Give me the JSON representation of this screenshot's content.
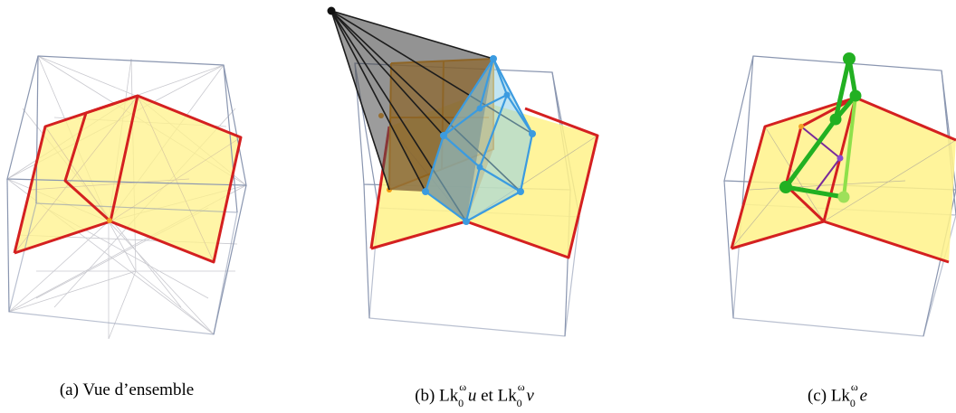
{
  "captions": {
    "a": "(a) Vue d’ensemble",
    "b": {
      "prefix": "(b) ",
      "lk": "Lk",
      "sup": "ω",
      "sub": "0",
      "u": "u",
      "et": " et ",
      "v": "v"
    },
    "c": {
      "prefix": "(c) ",
      "lk": "Lk",
      "sup": "ω",
      "sub": "0",
      "e": "e"
    }
  },
  "colors": {
    "cube_edge": "#8a96b0",
    "fine_mesh": "#c9c9cf",
    "red_path": "#d42020",
    "yellow_face": "#fff28a",
    "orange_link": "#f3a024",
    "blue_link": "#3b9be0",
    "dark_cone": "#3a3a3a",
    "green_link": "#22b022",
    "purple_edge": "#7a2a9a"
  }
}
